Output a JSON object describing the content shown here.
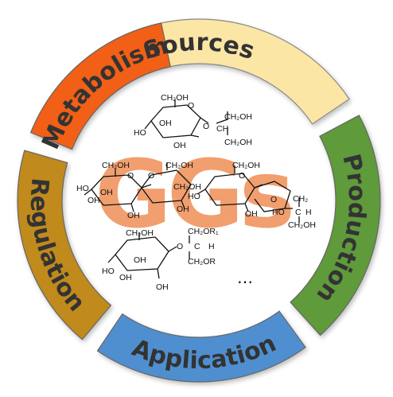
{
  "center_label": "GGs",
  "segments": [
    {
      "label": "Sources",
      "color": "#fbe6a6"
    },
    {
      "label": "Production",
      "color": "#5e9a3a"
    },
    {
      "label": "Application",
      "color": "#4f8fd0"
    },
    {
      "label": "Regulation",
      "color": "#c08a1a"
    },
    {
      "label": "Metabolism",
      "color": "#f25f17"
    }
  ],
  "structures": {
    "top": {
      "ch2oh": "CH₂OH",
      "o_ring": "O",
      "oh1": "OH",
      "ho1": "HO",
      "oh2": "OH",
      "o_link": "O",
      "r1": "CH₂OH",
      "r2": "CH",
      "r3": "CH₂OH"
    },
    "middle": {
      "ch2oh_a": "CH₂OH",
      "ch2oh_b": "CH₂OH",
      "ch2oh_c": "CH₂OH",
      "ch2oh_d": "CH₂OH",
      "oh_a": "OH",
      "oh_b": "OH",
      "oh_c": "OH",
      "oh_d": "OH",
      "oh_e": "OH",
      "ho_a": "HO",
      "ho_b": "HO",
      "o_a": "O",
      "o_b": "O",
      "o_c": "O",
      "o_d": "O",
      "ch2": "CH₂",
      "ho_c": "HO",
      "c_h": "C",
      "h": "H",
      "ch2oh_e": "CH₂OH"
    },
    "bottom": {
      "ch2oh": "CH₂OH",
      "oh1": "OH",
      "ho1": "HO",
      "oh2": "OH",
      "oh3": "OH",
      "o_link": "O",
      "ch2or1": "CH₂OR₁",
      "c": "C",
      "h": "H",
      "ch2or": "CH₂OR"
    },
    "ellipsis": "…"
  }
}
